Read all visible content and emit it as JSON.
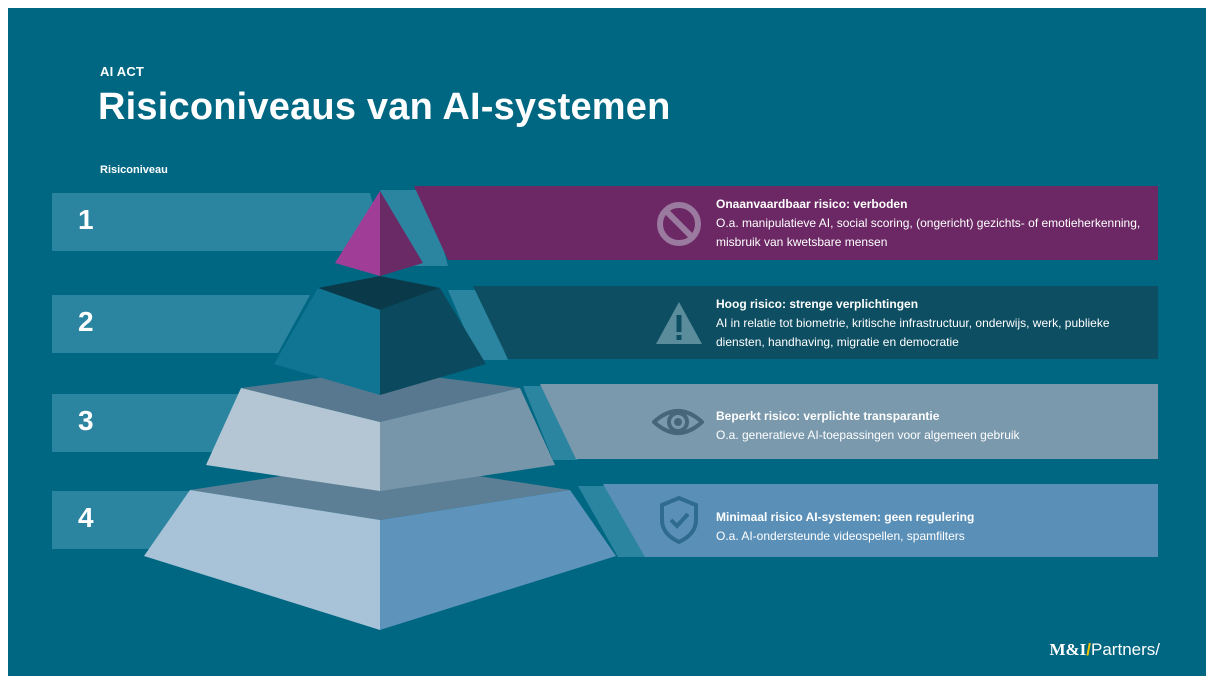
{
  "header": {
    "kicker": "AI ACT",
    "title": "Risiconiveaus van AI-systemen",
    "axis_label": "Risiconiveau"
  },
  "levels": [
    {
      "number": "1",
      "icon": "prohibited-icon",
      "title": "Onaanvaardbaar risico: verboden",
      "description": "O.a. manipulatieve AI, social scoring, (ongericht) gezichts- of emotieherkenning, misbruik van kwetsbare mensen",
      "color": "#6b2864"
    },
    {
      "number": "2",
      "icon": "warning-icon",
      "title": "Hoog risico: strenge verplichtingen",
      "description": "AI in relatie tot biometrie, kritische infrastructuur, onderwijs, werk, publieke diensten, handhaving, migratie en democratie",
      "color": "#0d4e62"
    },
    {
      "number": "3",
      "icon": "eye-icon",
      "title": "Beperkt risico: verplichte transparantie",
      "description": "O.a. generatieve AI-toepassingen voor algemeen gebruik",
      "color": "#7a99ad"
    },
    {
      "number": "4",
      "icon": "shield-check-icon",
      "title": "Minimaal risico AI-systemen: geen regulering",
      "description": "O.a. AI-ondersteunde videospellen,  spamfilters",
      "color": "#5a90b8"
    }
  ],
  "logo": {
    "brand": "M&I",
    "slash": "/",
    "name": "Partners/",
    "slash_color": "#f2c200"
  },
  "colors": {
    "background": "#006783",
    "band": "#2b85a0"
  }
}
